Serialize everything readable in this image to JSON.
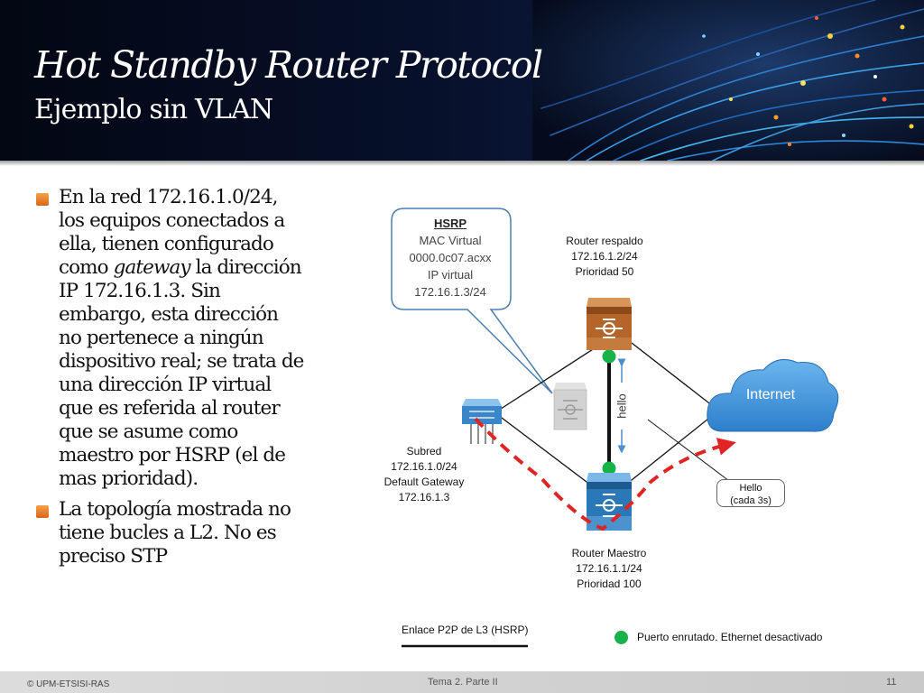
{
  "slide": {
    "title": "Hot Standby Router Protocol",
    "subtitle": "Ejemplo sin VLAN"
  },
  "bullets": [
    {
      "text_before": "En la red 172.16.1.0/24, los equipos conectados a ella, tienen configurado como ",
      "emphasis": "gateway",
      "text_after": " la dirección IP 172.16.1.3. Sin embargo, esta dirección no pertenece a ningún dispositivo real; se trata de una dirección IP virtual que es referida al router que se asume como maestro por HSRP (el de mas prioridad)."
    },
    {
      "text_before": "La topología mostrada no tiene bucles a L2. No es preciso STP",
      "emphasis": "",
      "text_after": ""
    }
  ],
  "diagram": {
    "callout": {
      "title": "HSRP",
      "line1": "MAC Virtual",
      "line2": "0000.0c07.acxx",
      "line3": "IP virtual",
      "line4": "172.16.1.3/24"
    },
    "router_backup": {
      "line1": "Router respaldo",
      "line2": "172.16.1.2/24",
      "line3": "Prioridad 50"
    },
    "router_master": {
      "line1": "Router Maestro",
      "line2": "172.16.1.1/24",
      "line3": "Prioridad 100"
    },
    "subnet": {
      "line1": "Subred",
      "line2": "172.16.1.0/24",
      "line3": "Default Gateway",
      "line4": "172.16.1.3"
    },
    "internet_label": "Internet",
    "hello_vertical": "hello",
    "hello_badge": {
      "line1": "Hello",
      "line2": "(cada 3s)"
    },
    "legend": {
      "p2p": "Enlace P2P de L3 (HSRP)",
      "routed_port": "Puerto enrutado. Ethernet desactivado"
    },
    "colors": {
      "router_backup": "#b5652a",
      "router_master": "#2a78b8",
      "routed_port": "#17b24a",
      "traffic_path": "#e02424",
      "cloud": "#3c93d8"
    }
  },
  "footer": {
    "left": "© UPM-ETSISI-RAS",
    "center": "Tema 2. Parte II",
    "page": "11"
  }
}
